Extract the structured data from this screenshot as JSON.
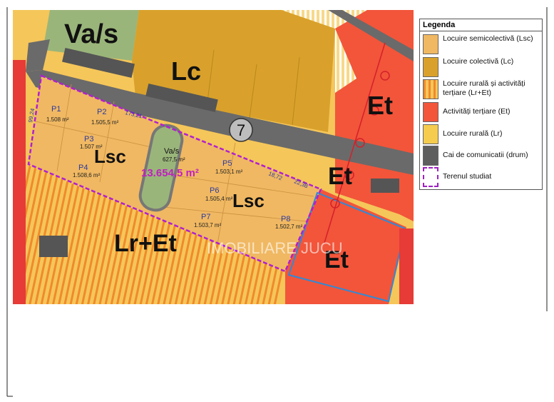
{
  "map": {
    "zones": {
      "vas_top": "Va/s",
      "lc": "Lc",
      "et1": "Et",
      "et2": "Et",
      "et3": "Et",
      "lsc1": "Lsc",
      "lsc2": "Lsc",
      "vas_mid": "Va/s",
      "vas_mid_area": "627,5 m²",
      "lr_et": "Lr+Et"
    },
    "total_area": "13.654,5 m²",
    "street_number": "7",
    "watermark": "IMOBILIARE JUCU",
    "dimensions": [
      "173,21",
      "99,24",
      "18,72",
      "22,38"
    ],
    "parcels": [
      {
        "id": "P1",
        "area": "1.508 m²"
      },
      {
        "id": "P2",
        "area": "1.505,5 m²"
      },
      {
        "id": "P3",
        "area": "1.507 m²"
      },
      {
        "id": "P4",
        "area": "1.508,6 m²"
      },
      {
        "id": "P5",
        "area": "1.503,1 m²"
      },
      {
        "id": "P6",
        "area": "1.505,4 m²"
      },
      {
        "id": "P7",
        "area": "1.503,7 m²"
      },
      {
        "id": "P8",
        "area": "1.502,7 m²"
      }
    ]
  },
  "legend": {
    "title": "Legenda",
    "items": [
      {
        "label": "Locuire semicolectivă (Lsc)",
        "color": "#f0b862",
        "pattern": "solid"
      },
      {
        "label": "Locuire colectivă (Lc)",
        "color": "#d9a12b",
        "pattern": "solid"
      },
      {
        "label": "Locuire rurală și activități terțiare (Lr+Et)",
        "color": "#f2c24a",
        "pattern": "stripes"
      },
      {
        "label": "Activități terțiare (Et)",
        "color": "#f2553a",
        "pattern": "solid"
      },
      {
        "label": "Locuire rurală (Lr)",
        "color": "#f5cc4e",
        "pattern": "solid"
      },
      {
        "label": "Cai de comunicatii (drum)",
        "color": "#5e5e5e",
        "pattern": "solid"
      },
      {
        "label": "Terenul studiat",
        "color": "#a020c0",
        "pattern": "dashed-outline"
      }
    ]
  }
}
